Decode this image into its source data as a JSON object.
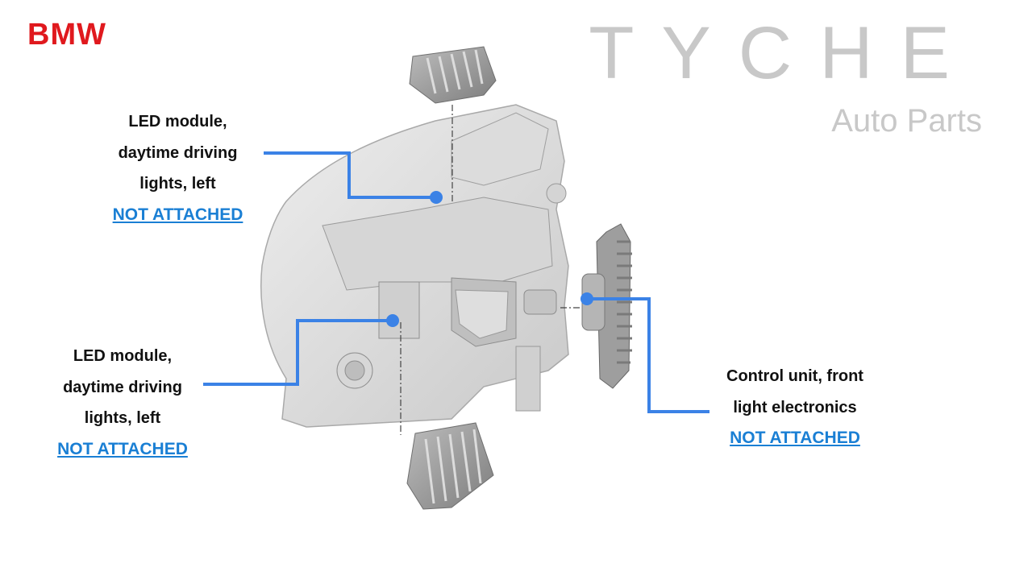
{
  "brand": "BMW",
  "logo": {
    "main": "TYCHE",
    "sub": "Auto Parts"
  },
  "callouts": [
    {
      "line1": "LED module,",
      "line2": "daytime driving",
      "line3": "lights, left",
      "status": "NOT ATTACHED"
    },
    {
      "line1": "LED module,",
      "line2": "daytime driving",
      "line3": "lights, left",
      "status": "NOT ATTACHED"
    },
    {
      "line1": "Control unit, front",
      "line2": "light electronics",
      "status": "NOT ATTACHED"
    }
  ],
  "colors": {
    "brand_red": "#e0191e",
    "leader_blue": "#3b82e6",
    "link_blue": "#1a7fd4",
    "logo_gray": "#c8c8c8"
  }
}
